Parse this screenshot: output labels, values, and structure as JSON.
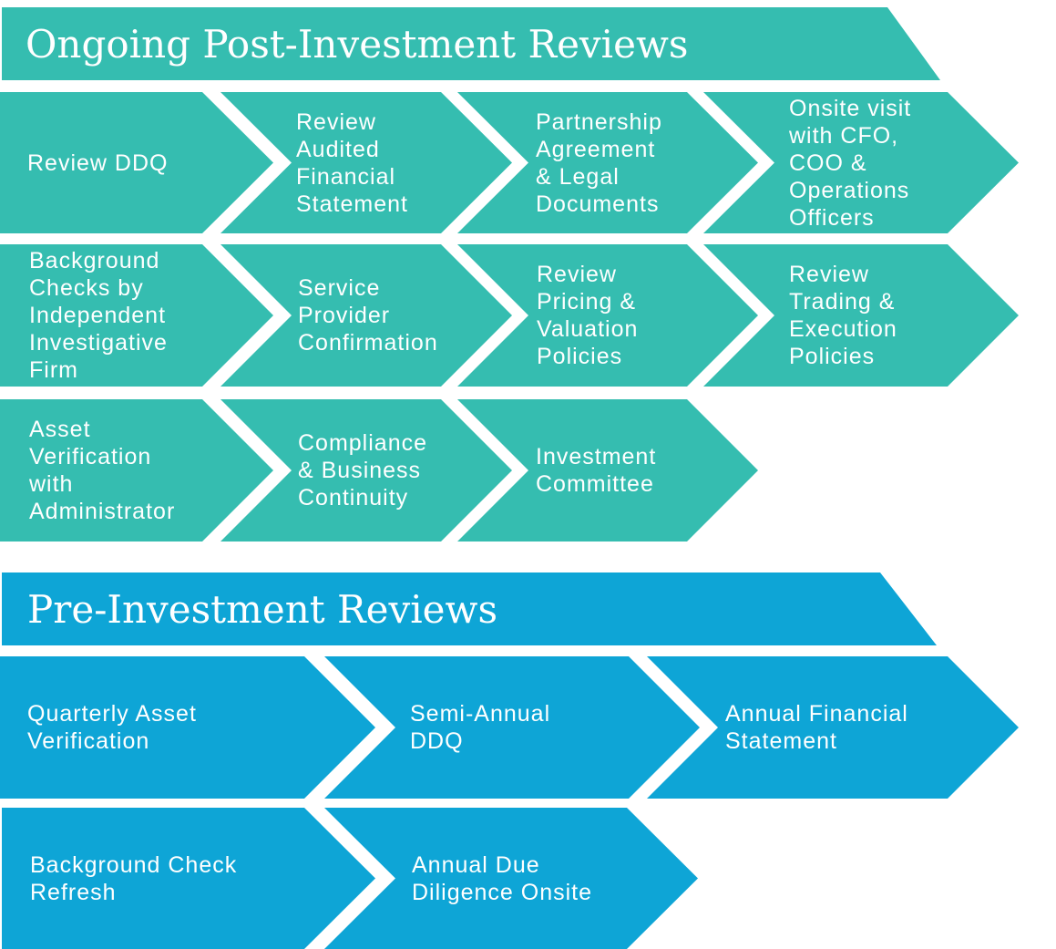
{
  "colors": {
    "teal": "#35bdb0",
    "blue": "#0ea5d6"
  },
  "sections": [
    {
      "title": "Ongoing Post-Investment Reviews",
      "color": "#35bdb0",
      "steps": [
        [
          "Review DDQ",
          "Review\nAudited\nFinancial\nStatement",
          "Partnership\nAgreement\n& Legal\nDocuments",
          "Onsite visit\nwith CFO,\nCOO &\nOperations\nOfficers"
        ],
        [
          "Background\nChecks by\nIndependent\nInvestigative\nFirm",
          "Service\nProvider\nConfirmation",
          "Review\nPricing &\nValuation\nPolicies",
          "Review\nTrading &\nExecution\nPolicies"
        ],
        [
          "Asset\nVerification\nwith\nAdministrator",
          "Compliance\n& Business\nContinuity",
          "Investment\nCommittee"
        ]
      ]
    },
    {
      "title": "Pre-Investment Reviews",
      "color": "#0ea5d6",
      "steps": [
        [
          "Quarterly Asset\nVerification",
          "Semi-Annual\nDDQ",
          "Annual Financial\nStatement"
        ],
        [
          "Background Check\nRefresh",
          "Annual Due\nDiligence Onsite"
        ]
      ]
    }
  ]
}
